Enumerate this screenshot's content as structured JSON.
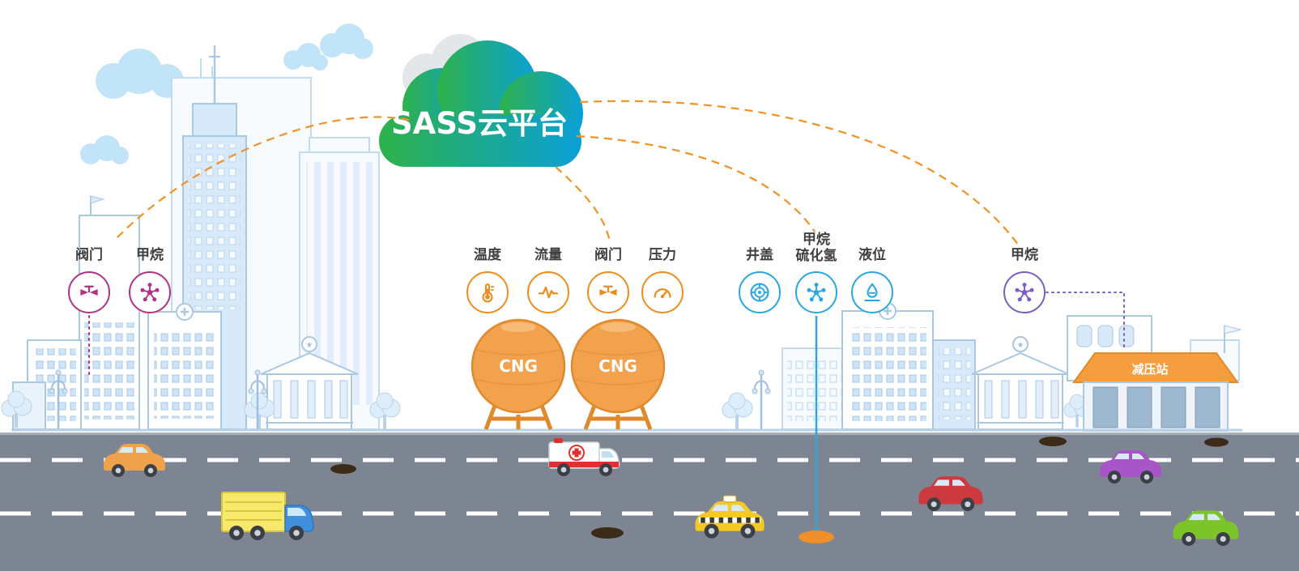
{
  "cloud": {
    "label": "SASS云平台",
    "color_start": "#2eb24a",
    "color_end": "#0aa0d6"
  },
  "groups": {
    "city": {
      "color": "#b13289",
      "sensors": [
        {
          "icon": "valve-icon",
          "label": "阀门"
        },
        {
          "icon": "methane-icon",
          "label": "甲烷"
        }
      ]
    },
    "cng": {
      "color": "#f08c1e",
      "sensors": [
        {
          "icon": "temperature-icon",
          "label": "温度"
        },
        {
          "icon": "flow-icon",
          "label": "流量"
        },
        {
          "icon": "valve-icon",
          "label": "阀门"
        },
        {
          "icon": "pressure-icon",
          "label": "压力"
        }
      ]
    },
    "pipeline": {
      "color": "#2aa7e0",
      "sensors": [
        {
          "icon": "manhole-icon",
          "label": "井盖"
        },
        {
          "icon": "methane-h2s-icon",
          "label": "甲烷\n硫化氢"
        },
        {
          "icon": "liquid-level-icon",
          "label": "液位"
        }
      ]
    },
    "station": {
      "color": "#7a5ec1",
      "sensors": [
        {
          "icon": "methane-icon",
          "label": "甲烷"
        }
      ]
    }
  },
  "scene": {
    "cng_tanks": [
      "CNG",
      "CNG"
    ],
    "station_label": "减压站",
    "link_color": "#f29224",
    "vehicles": [
      "orange-car",
      "yellow-truck",
      "ambulance",
      "taxi",
      "red-car",
      "purple-car",
      "green-car"
    ]
  }
}
